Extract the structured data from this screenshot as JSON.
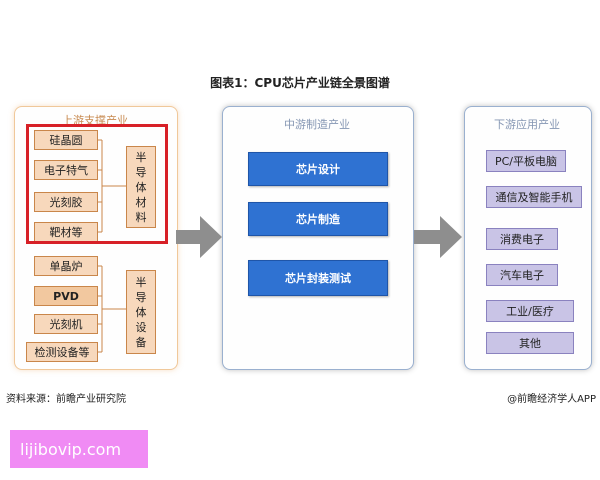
{
  "title": "图表1：CPU芯片产业链全景图谱",
  "upstream": {
    "label": "上游支撑产业",
    "materials": [
      "硅晶圆",
      "电子特气",
      "光刻胶",
      "靶材等"
    ],
    "materials_group": [
      "半",
      "导",
      "体",
      "材",
      "料"
    ],
    "equipment": [
      "单晶炉",
      "PVD",
      "光刻机",
      "检测设备等"
    ],
    "equipment_group": [
      "半",
      "导",
      "体",
      "设",
      "备"
    ]
  },
  "midstream": {
    "label": "中游制造产业",
    "items": [
      "芯片设计",
      "芯片制造",
      "芯片封装测试"
    ]
  },
  "downstream": {
    "label": "下游应用产业",
    "items": [
      "PC/平板电脑",
      "通信及智能手机",
      "消费电子",
      "汽车电子",
      "工业/医疗",
      "其他"
    ]
  },
  "footer": {
    "source": "资料来源：前瞻产业研究院",
    "credit": "@前瞻经济学人APP"
  },
  "watermark": "lijibovip.com",
  "colors": {
    "orange_fill": "#f7d8bc",
    "blue_fill": "#2f72d2",
    "purple_fill": "#c9c4e6",
    "highlight_frame": "#d72027",
    "arrow": "#8e8e8e"
  }
}
